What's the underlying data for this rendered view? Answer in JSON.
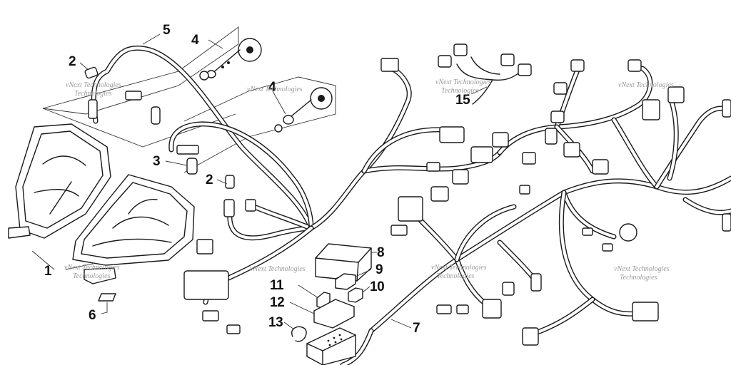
{
  "callouts": {
    "c1": "1",
    "c2a": "2",
    "c2b": "2",
    "c3": "3",
    "c4a": "4",
    "c4b": "4",
    "c5": "5",
    "c6": "6",
    "c7": "7",
    "c8": "8",
    "c9": "9",
    "c10": "10",
    "c11": "11",
    "c12": "12",
    "c13": "13",
    "c15": "15"
  },
  "watermark": {
    "line1": "vNext Technologies",
    "line2": "Technologies"
  }
}
